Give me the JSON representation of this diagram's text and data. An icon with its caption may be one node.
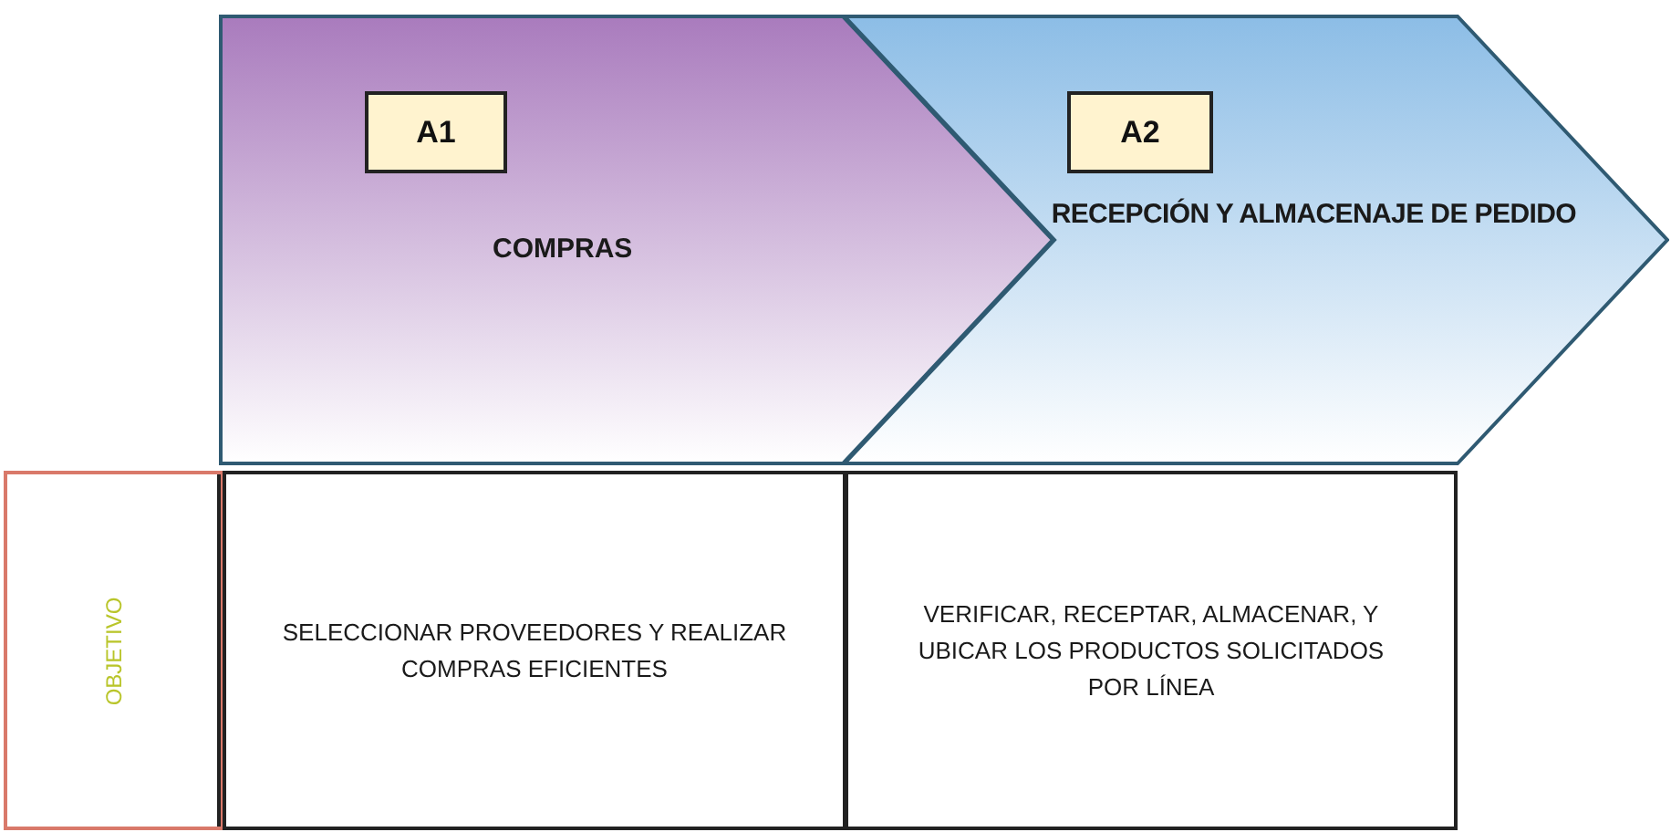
{
  "diagram": {
    "nodes": [
      {
        "text": [
          "COMPRAS"
        ]
      },
      {
        "text": [
          "A1"
        ],
        "in": 0
      },
      {
        "text": [
          "RECEPCIÓN Y ALMACENAJE DE PEDIDO"
        ]
      },
      {
        "text": [
          "A2"
        ],
        "in": 2
      },
      {
        "text": [
          "OBJETIVO"
        ]
      },
      {
        "text": [
          "SELECCIONAR PROVEEDORES Y REALIZAR COMPRAS EFICIENTES"
        ]
      },
      {
        "text": [
          "VERIFICAR, RECEPTAR, ALMACENAR, Y UBICAR LOS PRODUCTOS SOLICITADOS POR LÍNEA"
        ]
      }
    ],
    "edges": []
  }
}
